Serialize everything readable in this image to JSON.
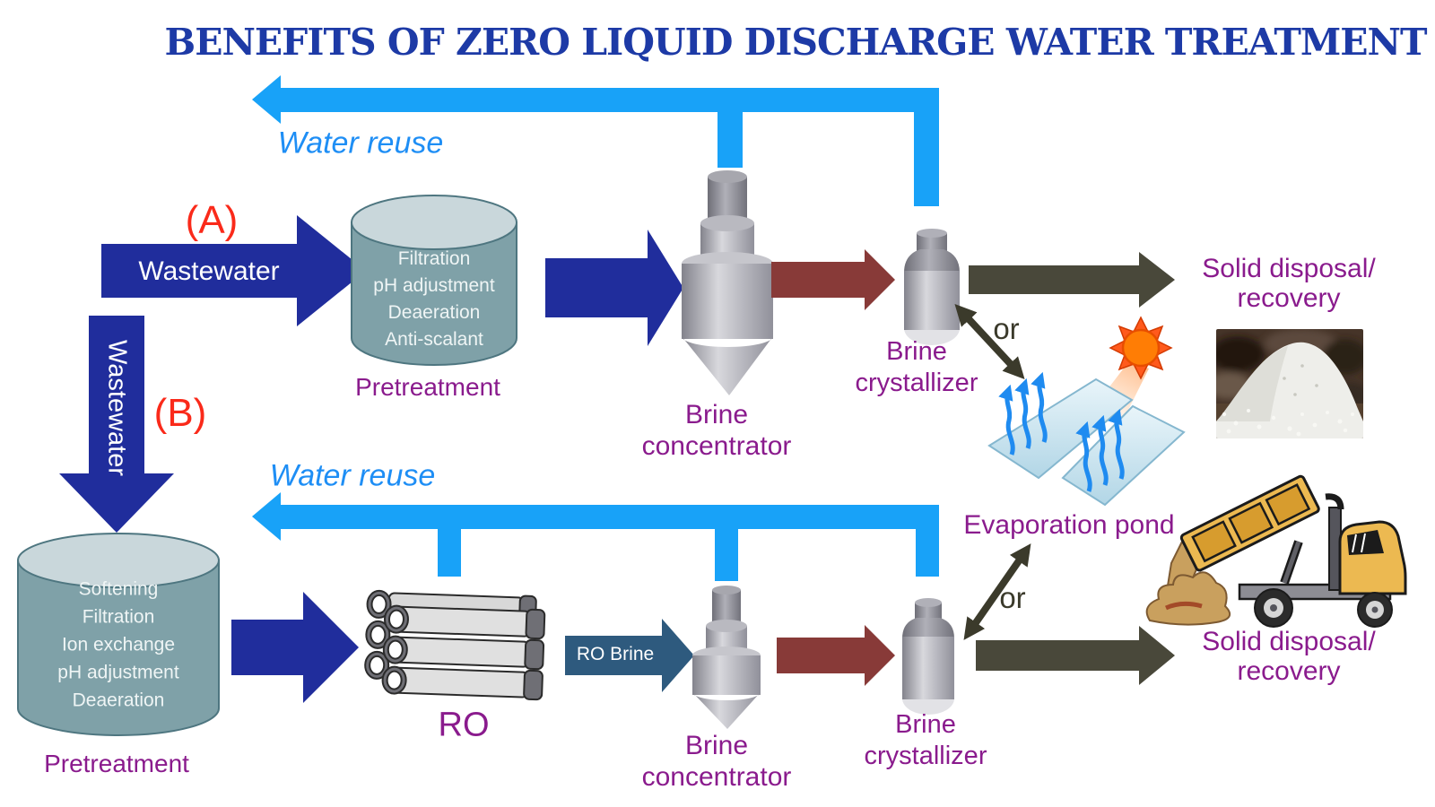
{
  "title": "BENEFITS OF ZERO LIQUID DISCHARGE WATER TREATMENT",
  "shared": {
    "water_reuse": "Water reuse",
    "wastewater": "Wastewater",
    "pretreatment": "Pretreatment",
    "or": "or",
    "evaporation_pond": "Evaporation pond",
    "brine": "Brine",
    "concentrator": "concentrator",
    "crystallizer": "crystallizer",
    "solid_disposal_line1": "Solid disposal/",
    "solid_disposal_line2": "recovery"
  },
  "path_a": {
    "tag": "(A)",
    "pretreatment_steps": [
      "Filtration",
      "pH adjustment",
      "Deaeration",
      "Anti-scalant"
    ]
  },
  "path_b": {
    "tag": "(B)",
    "pretreatment_steps": [
      "Softening",
      "Filtration",
      "Ion exchange",
      "pH adjustment",
      "Deaeration"
    ],
    "ro_label": "RO",
    "ro_brine_label": "RO Brine"
  },
  "colors": {
    "title_blue": "#1d3aa6",
    "arrow_navy": "#202d9c",
    "water_reuse_blue": "#18a2f8",
    "label_purple": "#8a1b8d",
    "tag_red": "#fa2a1a",
    "concentrate_maroon": "#883a38",
    "solids_olive": "#49483a",
    "ro_brine_steel": "#2e5a7e",
    "cylinder_teal": "#7fa1a8",
    "sun_orange": "#ff7d05"
  }
}
